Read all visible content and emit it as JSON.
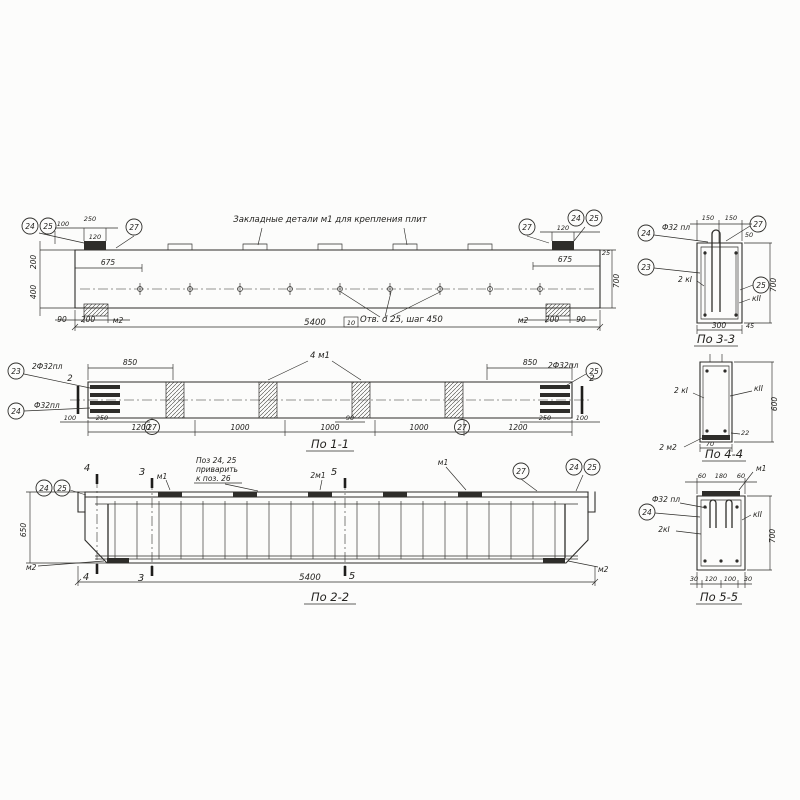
{
  "meta": {
    "ink": "#2e2d2a",
    "paper": "#fcfcfb",
    "drawing_type": "reinforced concrete beam working drawing"
  },
  "elev": {
    "note": "Закладные детали  м1  для крепления плит",
    "holes": "Отв. d 25, шаг 450",
    "c24l": "24",
    "c25l": "25",
    "c27l": "27",
    "c27r": "27",
    "c24r": "24",
    "c25r": "25",
    "d100": "100",
    "d250": "250",
    "d120l": "120",
    "d675l": "675",
    "d120r": "120",
    "d675r": "675",
    "d25": "25",
    "v200": "200",
    "v400": "400",
    "v700": "700",
    "b90l": "90",
    "b200l": "200",
    "m2l": "м2",
    "m2r": "м2",
    "b200r": "200",
    "b90r": "90",
    "d5400": "5400",
    "tol": "10"
  },
  "s33": {
    "title": "По 3-3",
    "f32": "Ф32 пл",
    "k1": "2 кI",
    "k2": "кII",
    "c24": "24",
    "c27": "27",
    "c23": "23",
    "c25": "25",
    "d150a": "150",
    "d150b": "150",
    "d50": "50",
    "d300": "300",
    "d45": "45",
    "d700": "700"
  },
  "p11": {
    "title": "По 1-1",
    "m1c": "4 м1",
    "l2f32": "2Ф32пл",
    "lf32": "Ф32пл",
    "r2f32": "2Ф32пл",
    "c23": "23",
    "c24": "24",
    "c25": "25",
    "c27l": "27",
    "c27r": "27",
    "cut2": "2",
    "d850l": "850",
    "d850r": "850",
    "d100l": "100",
    "d250l": "250",
    "d90": "90",
    "d250r": "250",
    "d100r": "100",
    "d1200l": "1200",
    "d1000a": "1000",
    "d1000b": "1000",
    "d1000c": "1000",
    "d1200r": "1200"
  },
  "s44": {
    "title": "По 4-4",
    "k1": "2 кI",
    "k2": "кII",
    "m2": "2 м2",
    "d22": "22",
    "d70": "70",
    "d600": "600"
  },
  "p22": {
    "title": "По 2-2",
    "note1": "Поз 24, 25",
    "note2": "приварить",
    "note3": "к поз. 26",
    "m1a": "м1",
    "m1b": "2м1",
    "m1c": "м1",
    "c27": "27",
    "c24r": "24",
    "c25r": "25",
    "c24l": "24",
    "c25l": "25",
    "cut3": "3",
    "cut4": "4",
    "cut5": "5",
    "m2l": "м2",
    "m2r": "м2",
    "v650": "650",
    "d5400": "5400"
  },
  "s55": {
    "title": "По 5-5",
    "f32": "Ф32 пл",
    "k1": "2кI",
    "k2": "кII",
    "m1": "м1",
    "c24": "24",
    "d60a": "60",
    "d180": "180",
    "d60b": "60",
    "d30a": "30",
    "d120": "120",
    "d100": "100",
    "d30b": "30",
    "d700": "700"
  }
}
